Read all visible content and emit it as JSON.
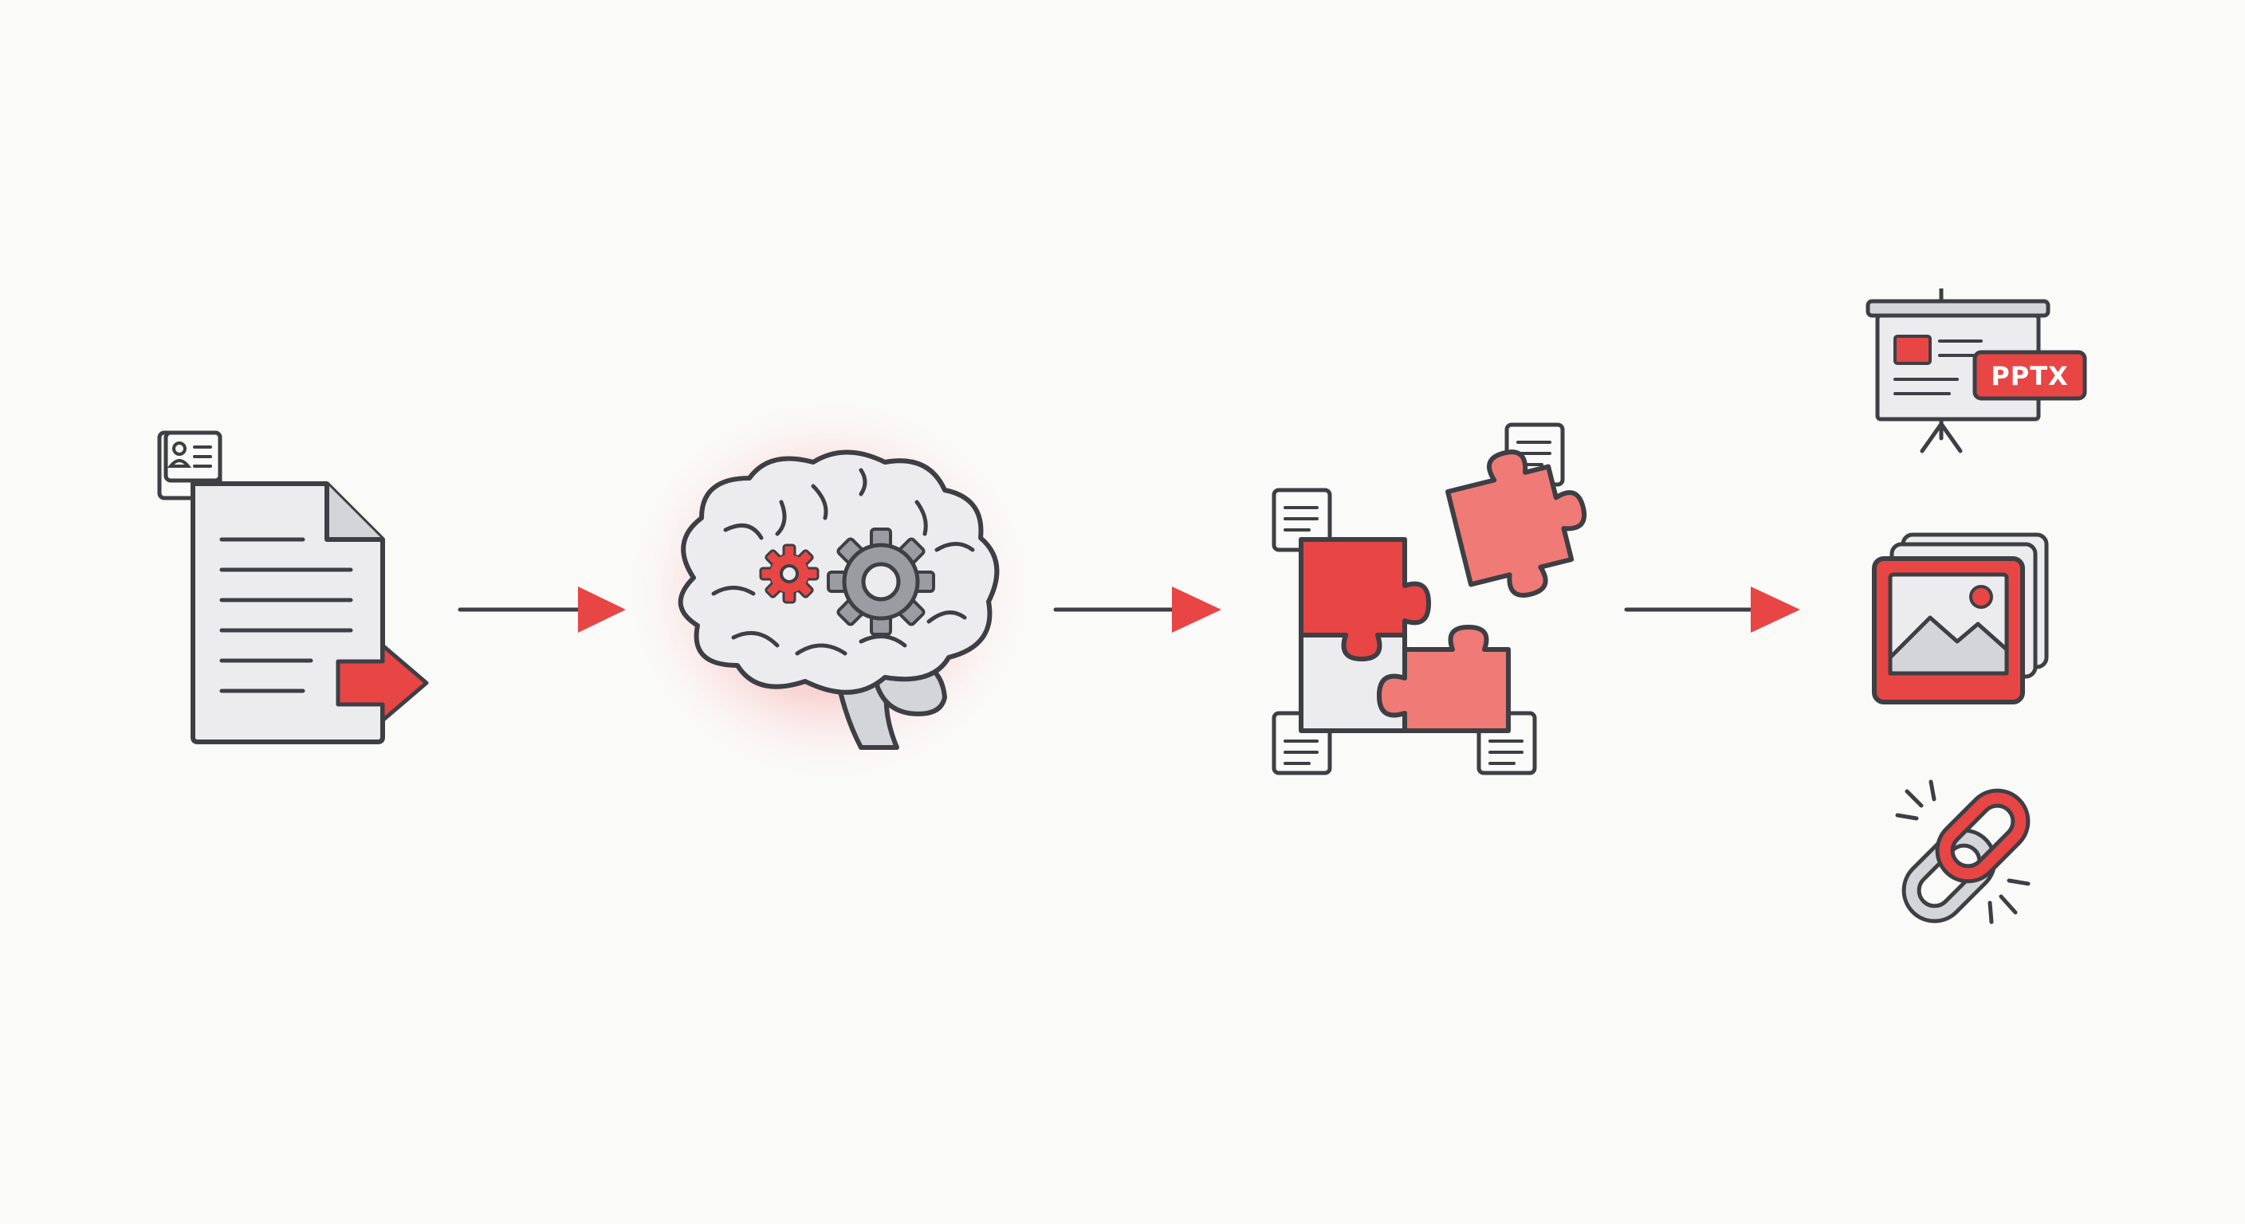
{
  "colors": {
    "accent": "#e84545",
    "accent_light": "#ef7a76",
    "outline": "#3d3f44",
    "fill_light": "#ececee",
    "fill_mid": "#d4d5d8",
    "gear_gray": "#9a9ca1",
    "background": "#fafaf9",
    "glow": "#f6b4b2"
  },
  "flow": {
    "steps": [
      {
        "name": "document-input",
        "icon": "document-export-icon"
      },
      {
        "name": "ai-processing",
        "icon": "brain-gears-icon"
      },
      {
        "name": "assembly",
        "icon": "puzzle-pieces-icon"
      }
    ],
    "outputs": [
      {
        "name": "presentation-output",
        "icon": "presentation-board-icon",
        "badge": "PPTX"
      },
      {
        "name": "image-output",
        "icon": "image-stack-icon"
      },
      {
        "name": "link-output",
        "icon": "broken-link-icon"
      }
    ]
  }
}
